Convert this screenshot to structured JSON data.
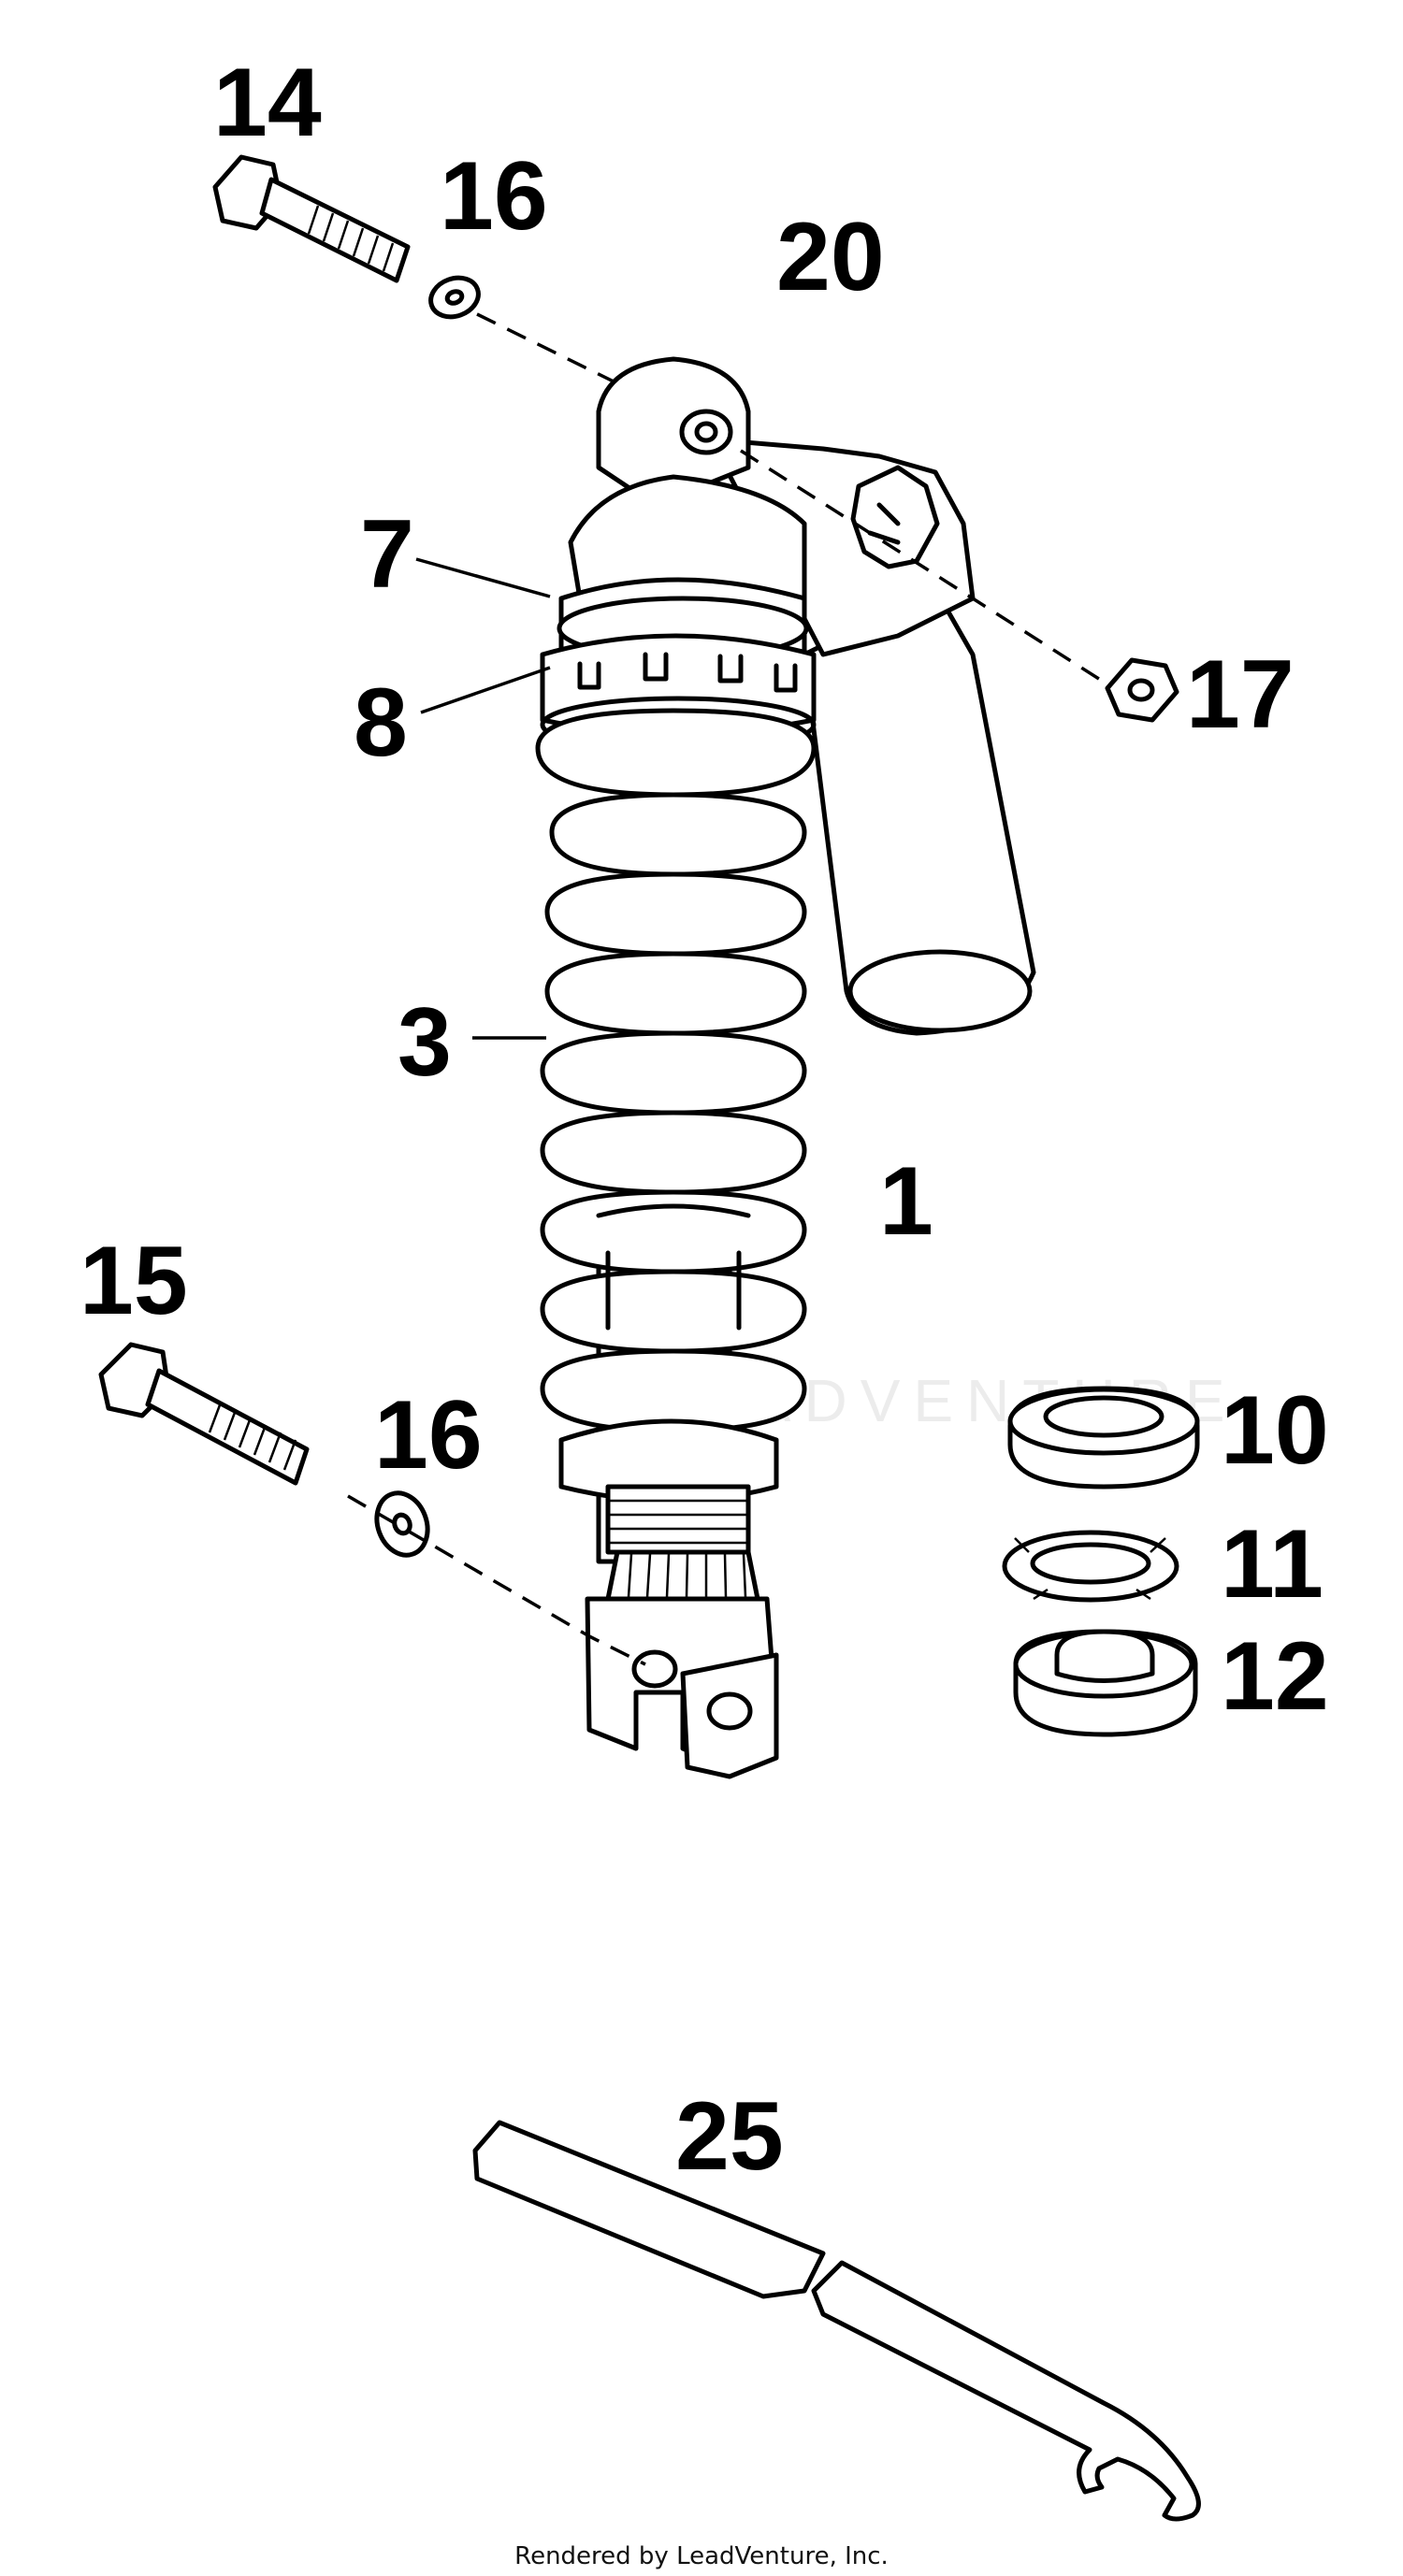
{
  "callouts": {
    "c14": "14",
    "c16_top": "16",
    "c20": "20",
    "c7": "7",
    "c8": "8",
    "c17": "17",
    "c3": "3",
    "c1": "1",
    "c15": "15",
    "c16_bottom": "16",
    "c10": "10",
    "c11": "11",
    "c12": "12",
    "c25": "25"
  },
  "watermark": "LEADVENTURE",
  "credit": "Rendered by LeadVenture, Inc."
}
